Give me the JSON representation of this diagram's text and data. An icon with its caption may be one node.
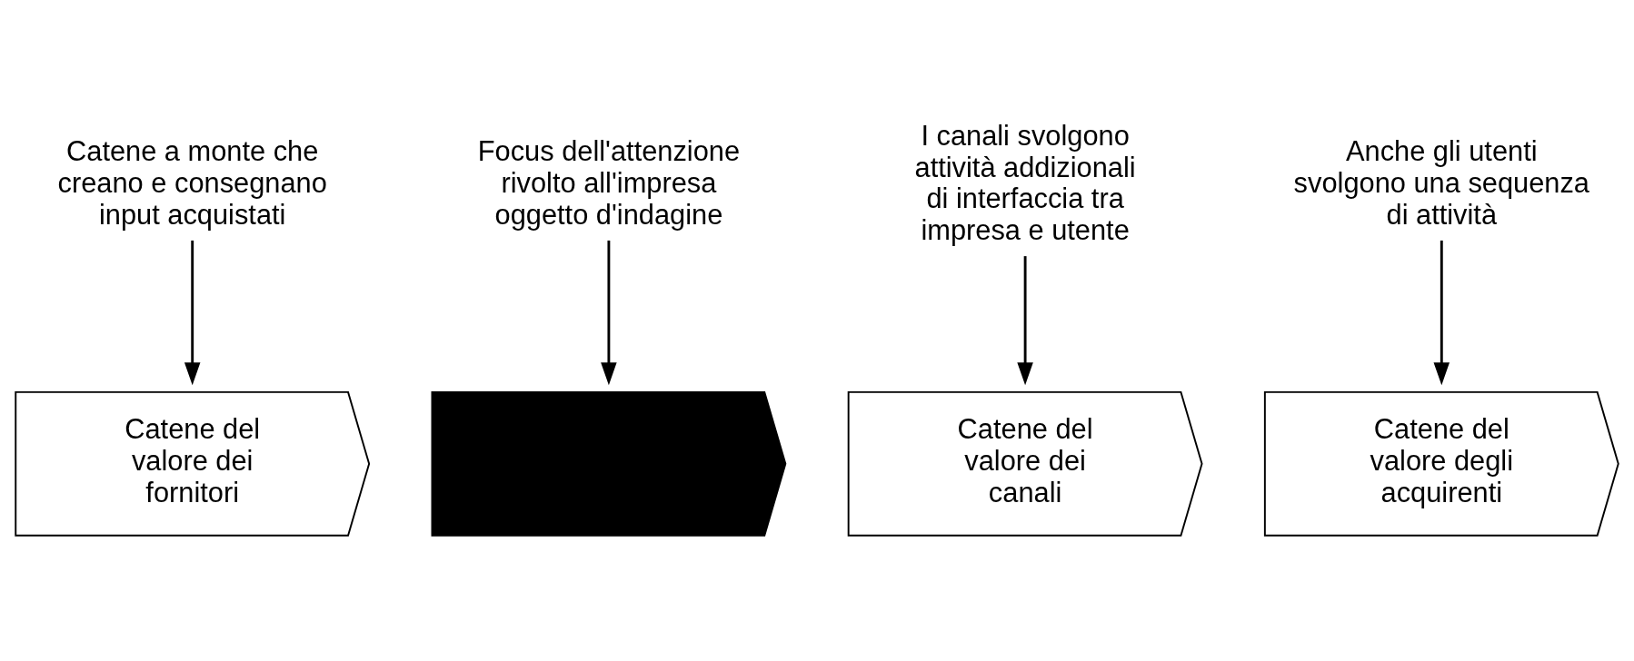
{
  "diagram": {
    "nodes": [
      {
        "text": [
          "Catene del valore dei fornitori"
        ]
      },
      {
        "text": [],
        "shape": "chevron"
      },
      {
        "text": [
          "Catene del valore dei canali"
        ]
      },
      {
        "text": [
          "Catene del valore degli acquirenti"
        ]
      },
      {
        "text": [
          "Catene a monte che creano e consegnano input acquistati"
        ]
      },
      {
        "text": [
          "Focus dell'attenzione rivolto all'impresa oggetto d'indagine"
        ]
      },
      {
        "text": [
          "I canali svolgono attività addizionali di interfaccia tra impresa e utente"
        ]
      },
      {
        "text": [
          "Anche gli utenti svolgono una sequenza di attività"
        ]
      }
    ],
    "edges": [
      {
        "from": 4,
        "to": 0,
        "arrow": "to"
      },
      {
        "from": 5,
        "to": 1,
        "arrow": "to"
      },
      {
        "from": 6,
        "to": 2,
        "arrow": "to"
      },
      {
        "from": 7,
        "to": 3,
        "arrow": "to"
      }
    ]
  }
}
